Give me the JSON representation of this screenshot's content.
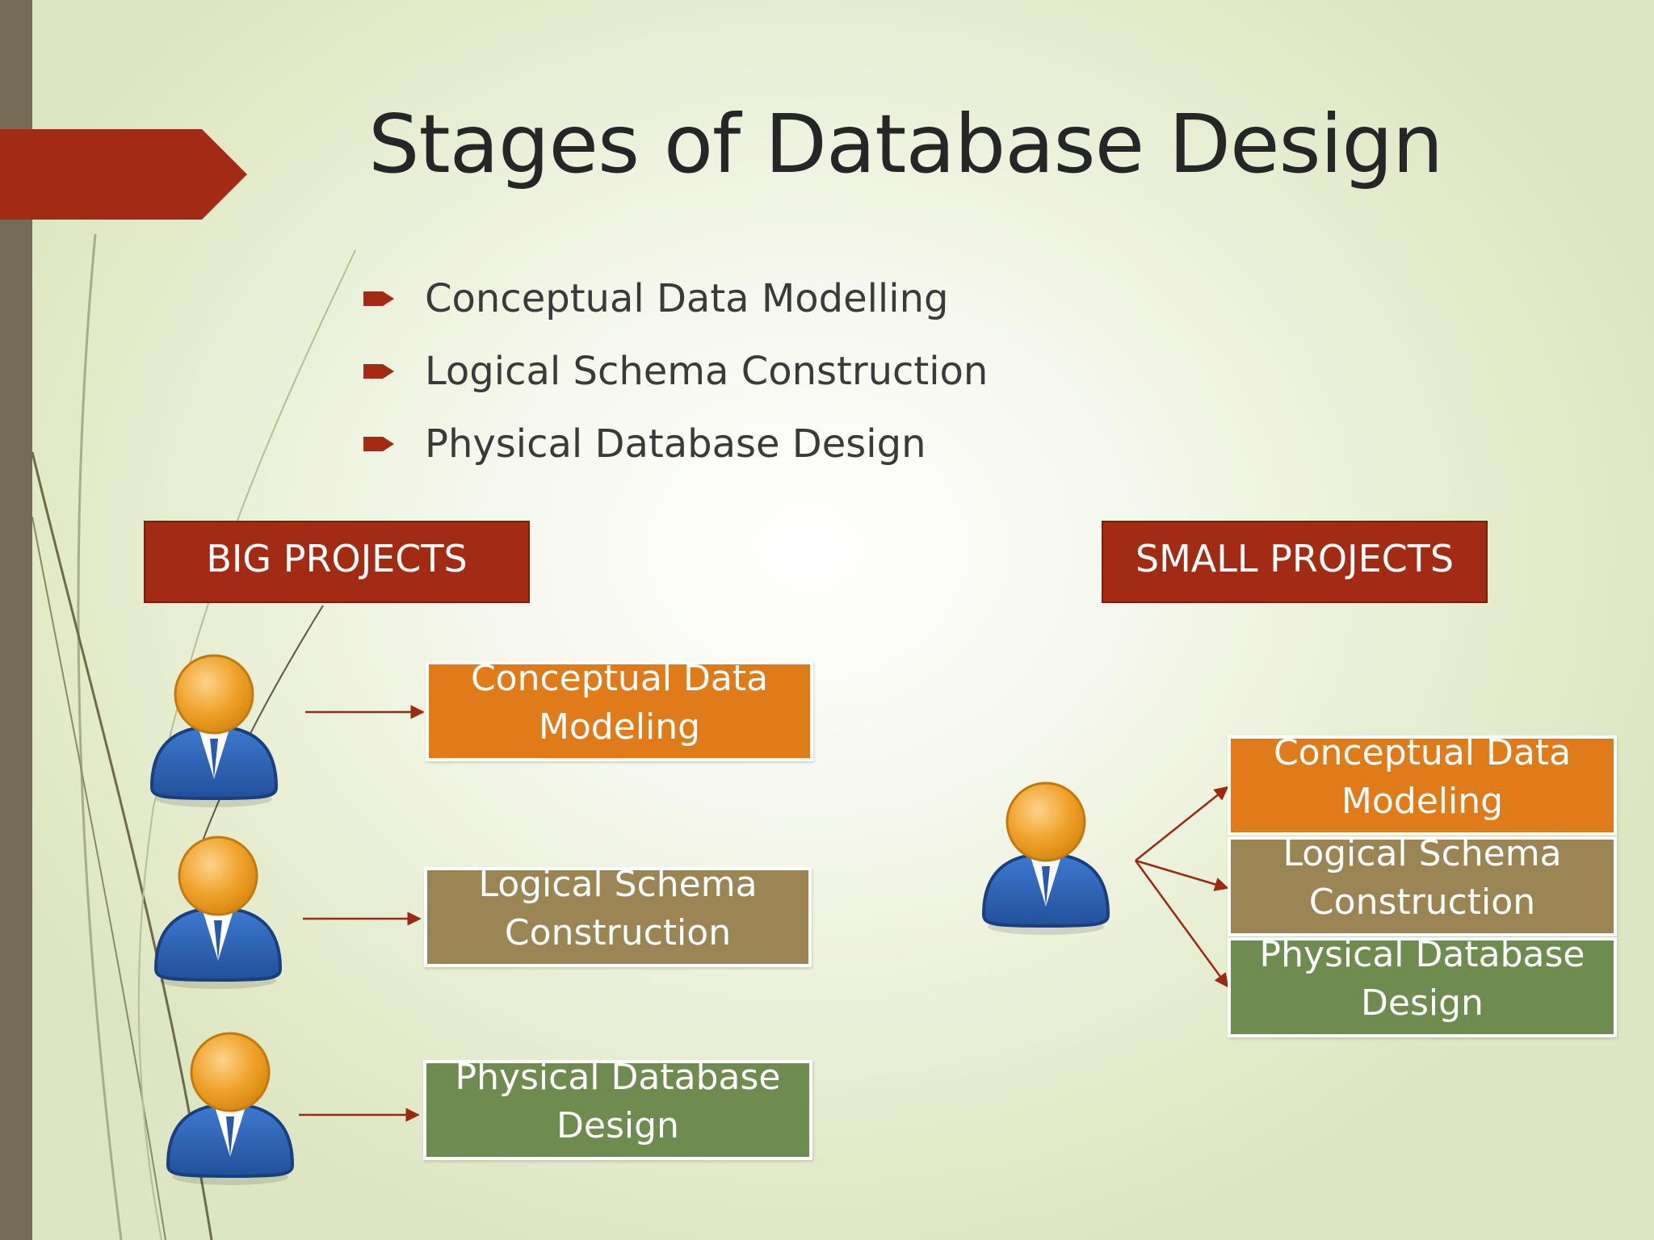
{
  "slide": {
    "title": "Stages of Database Design",
    "bullets": [
      "Conceptual Data Modelling",
      "Logical Schema Construction",
      "Physical Database Design"
    ]
  },
  "big_projects": {
    "label": "BIG PROJECTS",
    "stages": [
      {
        "lines": [
          "Conceptual Data",
          "Modeling"
        ],
        "color": "#e07b1a"
      },
      {
        "lines": [
          "Logical Schema",
          "Construction"
        ],
        "color": "#9b8555"
      },
      {
        "lines": [
          "Physical Database",
          "Design"
        ],
        "color": "#6e8b50"
      }
    ]
  },
  "small_projects": {
    "label": "SMALL PROJECTS",
    "stages": [
      {
        "lines": [
          "Conceptual Data",
          "Modeling"
        ],
        "color": "#e07b1a"
      },
      {
        "lines": [
          "Logical Schema",
          "Construction"
        ],
        "color": "#9b8555"
      },
      {
        "lines": [
          "Physical Database",
          "Design"
        ],
        "color": "#6e8b50"
      }
    ]
  },
  "colors": {
    "accent": "#a32b14",
    "sidebar": "#756b57",
    "person_head": "#f0a32c",
    "person_body": "#2f63b0",
    "arrow": "#9b2a13"
  },
  "icons": {
    "bullet": "arrow-bullet-icon",
    "person": "user-person-icon"
  }
}
